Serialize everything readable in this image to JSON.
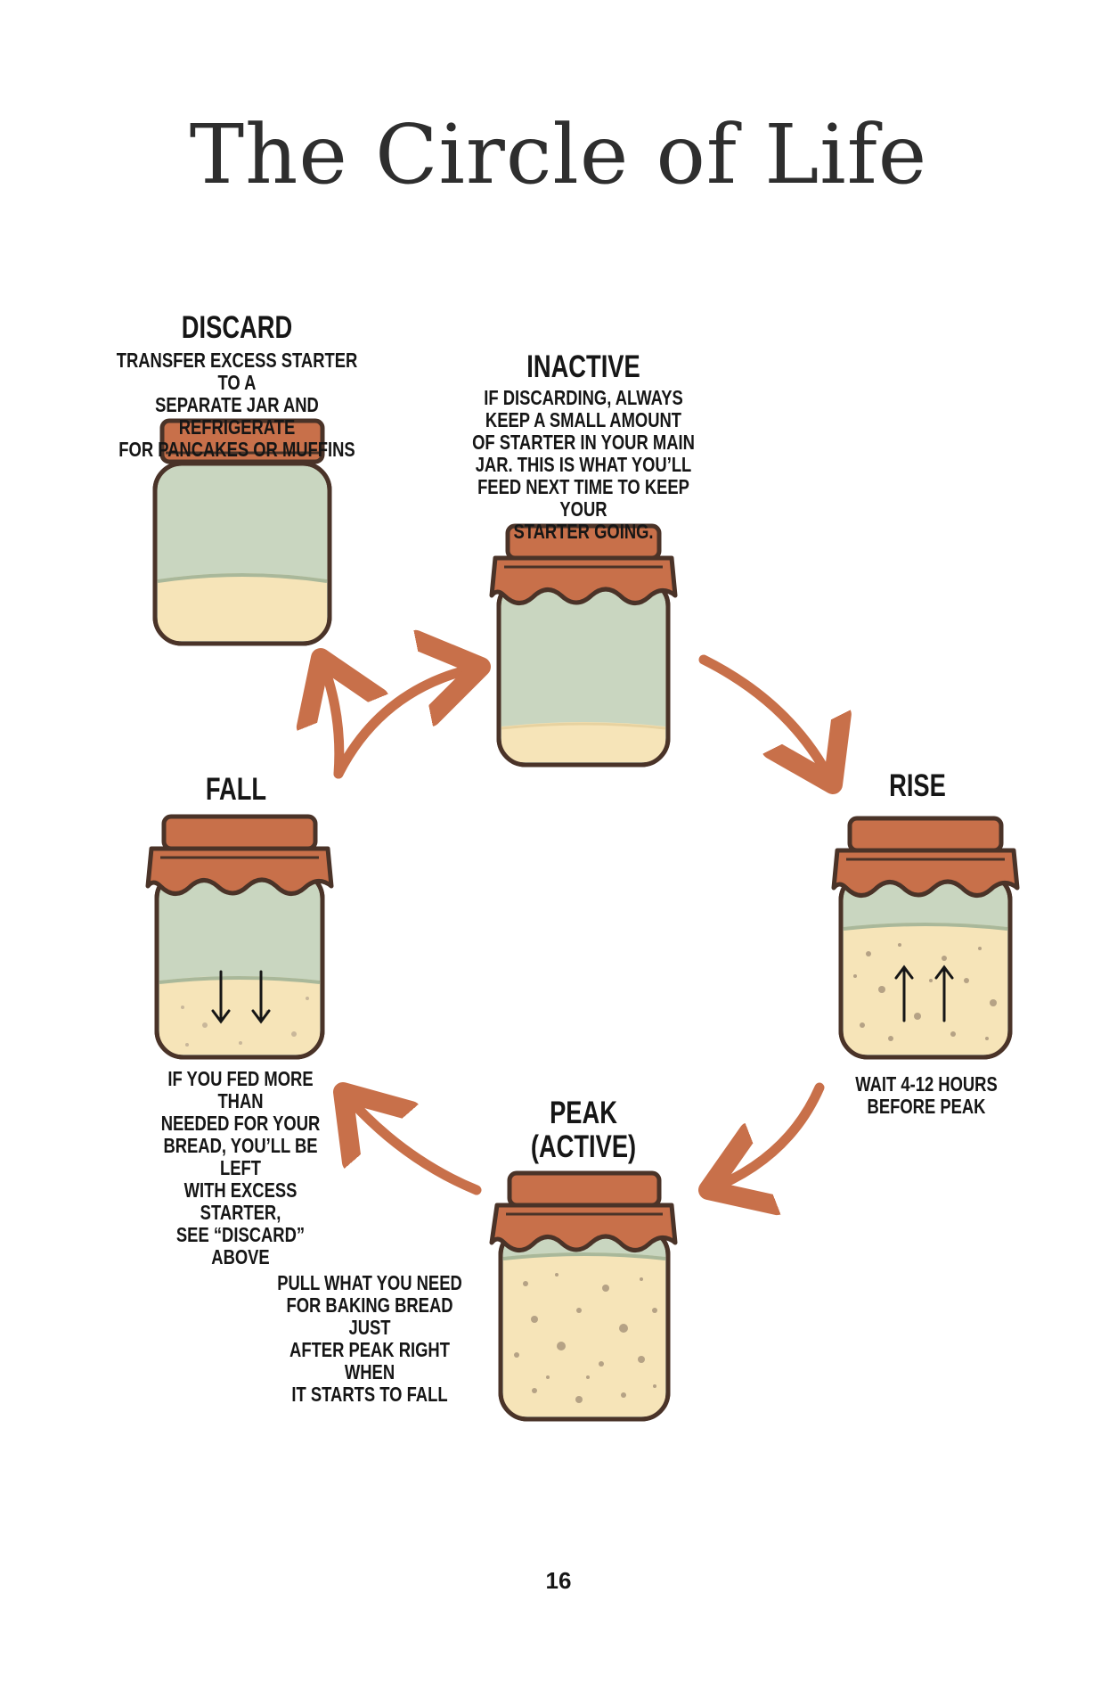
{
  "title": "The Circle of Life",
  "stages": {
    "discard": {
      "heading": "DISCARD",
      "description": "TRANSFER EXCESS STARTER TO A\nSEPARATE JAR AND REFRIGERATE\nFOR PANCAKES OR MUFFINS"
    },
    "inactive": {
      "heading": "INACTIVE",
      "description": "IF DISCARDING, ALWAYS\nKEEP A SMALL AMOUNT\nOF STARTER IN YOUR MAIN\nJAR. THIS IS WHAT YOU’LL\nFEED NEXT TIME TO KEEP YOUR\nSTARTER GOING."
    },
    "rise": {
      "heading": "RISE",
      "description": "WAIT 4-12 HOURS\nBEFORE PEAK"
    },
    "peak": {
      "heading": "PEAK\n(ACTIVE)",
      "description": "PULL WHAT YOU NEED\nFOR BAKING BREAD JUST\nAFTER PEAK RIGHT WHEN\nIT STARTS TO FALL"
    },
    "fall": {
      "heading": "FALL",
      "description": "IF YOU FED MORE THAN\nNEEDED FOR YOUR\nBREAD, YOU’LL BE LEFT\nWITH EXCESS STARTER,\nSEE “DISCARD” ABOVE"
    }
  },
  "page_number": "16",
  "colors": {
    "lid": "#c8704a",
    "jar_glass": "#c9d6c0",
    "starter": "#f6e4b8",
    "outline": "#4a3328",
    "arrow": "#c8704a"
  }
}
